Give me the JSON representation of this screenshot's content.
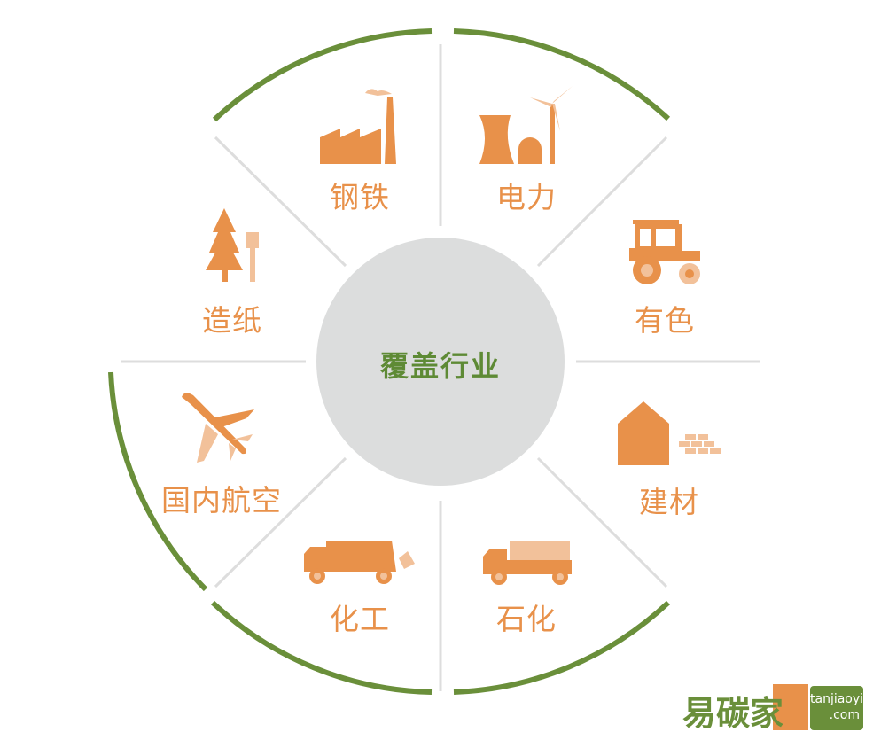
{
  "center_title": "覆盖行业",
  "sectors": [
    {
      "label": "钢铁",
      "icon": "factory-icon"
    },
    {
      "label": "电力",
      "icon": "power-plant-icon"
    },
    {
      "label": "有色",
      "icon": "tractor-icon"
    },
    {
      "label": "建材",
      "icon": "house-bricks-icon"
    },
    {
      "label": "石化",
      "icon": "tanker-truck-icon"
    },
    {
      "label": "化工",
      "icon": "chemical-truck-icon"
    },
    {
      "label": "国内航空",
      "icon": "airplane-icon"
    },
    {
      "label": "造纸",
      "icon": "tree-icon"
    }
  ],
  "logo": {
    "brand": "易碳家",
    "site_line1": "tanjiaoyi",
    "site_line2": ".com"
  },
  "colors": {
    "orange": "#E8914A",
    "light_orange": "#F2C19A",
    "green": "#6A8F3A",
    "divider": "#DDDDDD",
    "center": "#DCDDDD"
  }
}
